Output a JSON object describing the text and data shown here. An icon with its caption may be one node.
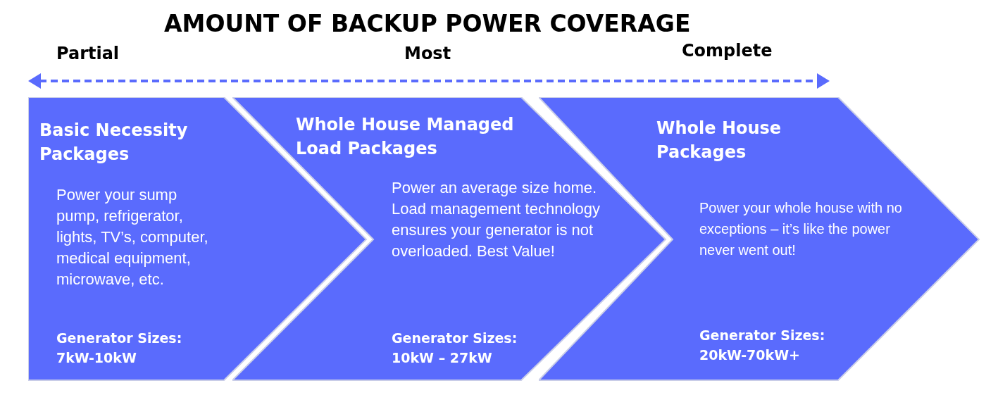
{
  "diagram": {
    "title": "AMOUNT OF BACKUP POWER COVERAGE",
    "nodes": [
      {
        "text": [
          "Basic Necessity Packages",
          "Power your sump pump, refrigerator, lights, TV’s, computer, medical equipment, microwave, etc.",
          "Generator Sizes: 7kW-10kW"
        ]
      },
      {
        "text": [
          "Whole House Managed Load Packages",
          "Power an average size home.  Load management technology ensures your generator is not overloaded. Best Value!",
          "Generator Sizes: 10kW – 27kW"
        ]
      },
      {
        "text": [
          "Whole House Packages",
          "Power your whole house with no exceptions – it’s like the power never went out!",
          "Generator Sizes: 20kW-70kW+"
        ]
      }
    ],
    "labels": [
      "Partial",
      "Most",
      "Complete"
    ]
  }
}
